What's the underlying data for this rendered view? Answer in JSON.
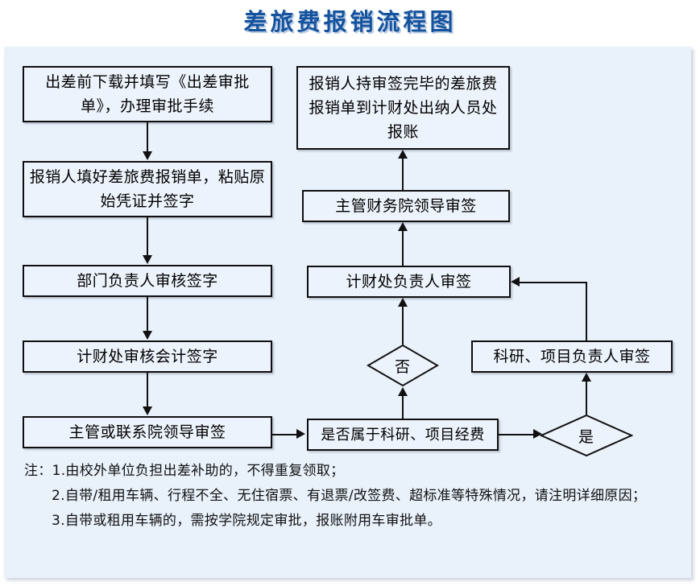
{
  "title": "差旅费报销流程图",
  "colors": {
    "title": "#15539e",
    "panel_background": "#e9f1fb",
    "node_background": "#edf3fc",
    "node_border": "#0f0f0f",
    "connector": "#111111"
  },
  "nodes": {
    "left_column": [
      {
        "id": "n1",
        "label": "出差前下载并填写《出差审批单》，办理审批手续"
      },
      {
        "id": "n2",
        "label": "报销人填好差旅费报销单，粘贴原始凭证并签字"
      },
      {
        "id": "n3",
        "label": "部门负责人审核签字"
      },
      {
        "id": "n4",
        "label": "计财处审核会计签字"
      },
      {
        "id": "n5",
        "label": "主管或联系院领导审签"
      }
    ],
    "right_column": [
      {
        "id": "n6",
        "label": "报销人持审签完毕的差旅费报销单到计财处出纳人员处报账"
      },
      {
        "id": "n7",
        "label": "主管财务院领导审签"
      },
      {
        "id": "n8",
        "label": "计财处负责人审签"
      },
      {
        "id": "n9",
        "label": "科研、项目负责人审签"
      },
      {
        "id": "n10",
        "label": "是否属于科研、项目经费"
      }
    ],
    "decisions": [
      {
        "id": "d1",
        "label": "否"
      },
      {
        "id": "d2",
        "label": "是"
      }
    ]
  },
  "notes": {
    "line1": "注：1.由校外单位负担出差补助的，不得重复领取；",
    "line2": "2.自带/租用车辆、行程不全、无住宿票、有退票/改签费、超标准等特殊情况，请注明详细原因；",
    "line3": "3.自带或租用车辆的，需按学院规定审批，报账附用车审批单。"
  }
}
